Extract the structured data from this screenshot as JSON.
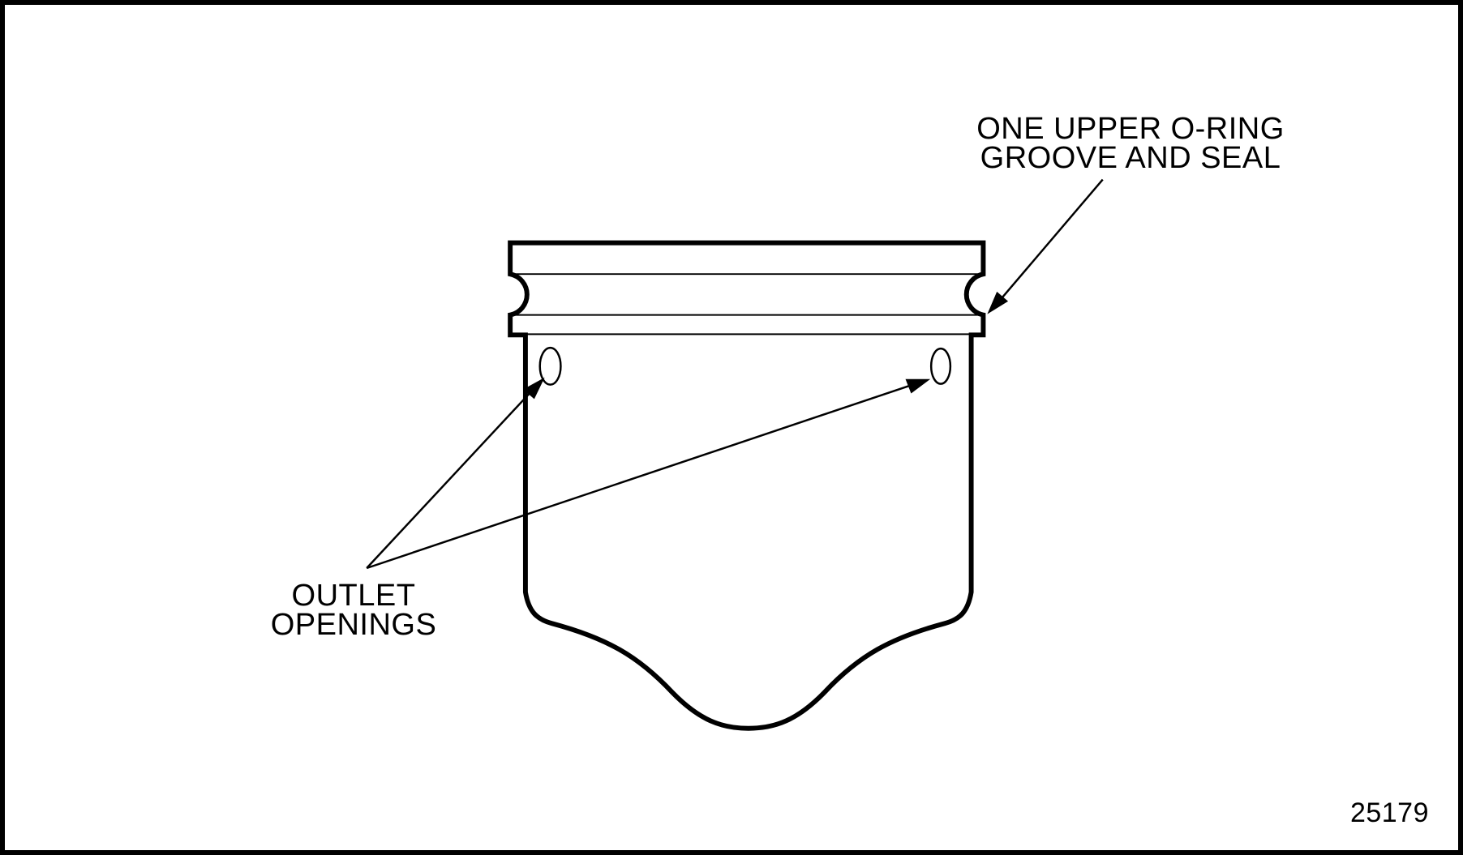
{
  "figure": {
    "number": "25179",
    "labels": {
      "oring_line1": "ONE UPPER O-RING",
      "oring_line2": "GROOVE AND SEAL",
      "outlet_line1": "OUTLET",
      "outlet_line2": "OPENINGS"
    },
    "drawing": {
      "part": "oil filter adapter / cap cross-section",
      "features": [
        "upper flange with one o-ring groove and seal notch on each side",
        "two oval outlet openings below the flange",
        "rounded bowl-shaped bottom"
      ],
      "arrow_count": 3
    },
    "colors": {
      "ink": "#000000",
      "paper": "#ffffff"
    }
  }
}
